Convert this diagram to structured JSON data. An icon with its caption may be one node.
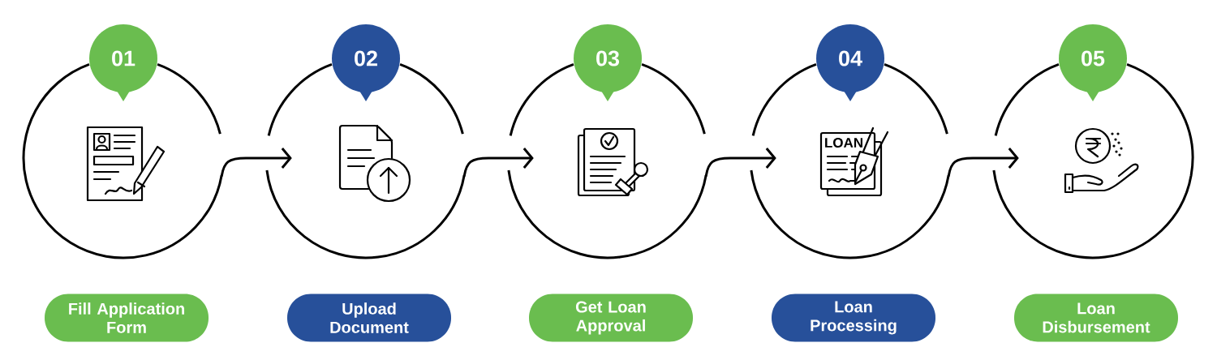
{
  "diagram": {
    "nodes": [
      {
        "text": [
          "01"
        ]
      },
      {
        "text": [],
        "shape": "circle"
      },
      {
        "text": [
          "Fill Application Form"
        ]
      },
      {
        "text": [
          "02"
        ]
      },
      {
        "text": [],
        "shape": "circle"
      },
      {
        "text": [
          "Upload Document"
        ]
      },
      {
        "text": [
          "03"
        ]
      },
      {
        "text": [],
        "shape": "circle"
      },
      {
        "text": [
          "Get Loan Approval"
        ]
      },
      {
        "text": [
          "04"
        ]
      },
      {
        "text": [],
        "shape": "circle"
      },
      {
        "text": [
          "Loan Processing"
        ]
      },
      {
        "text": [
          "05"
        ]
      },
      {
        "text": [],
        "shape": "circle"
      },
      {
        "text": [
          "Loan Disbursement"
        ]
      }
    ],
    "edges": [
      {
        "from": 1,
        "to": 4,
        "arrow": "to"
      },
      {
        "from": 4,
        "to": 7,
        "arrow": "to"
      },
      {
        "from": 7,
        "to": 10,
        "arrow": "to"
      },
      {
        "from": 10,
        "to": 13,
        "arrow": "to"
      }
    ],
    "labels": [
      "LOAN"
    ]
  }
}
